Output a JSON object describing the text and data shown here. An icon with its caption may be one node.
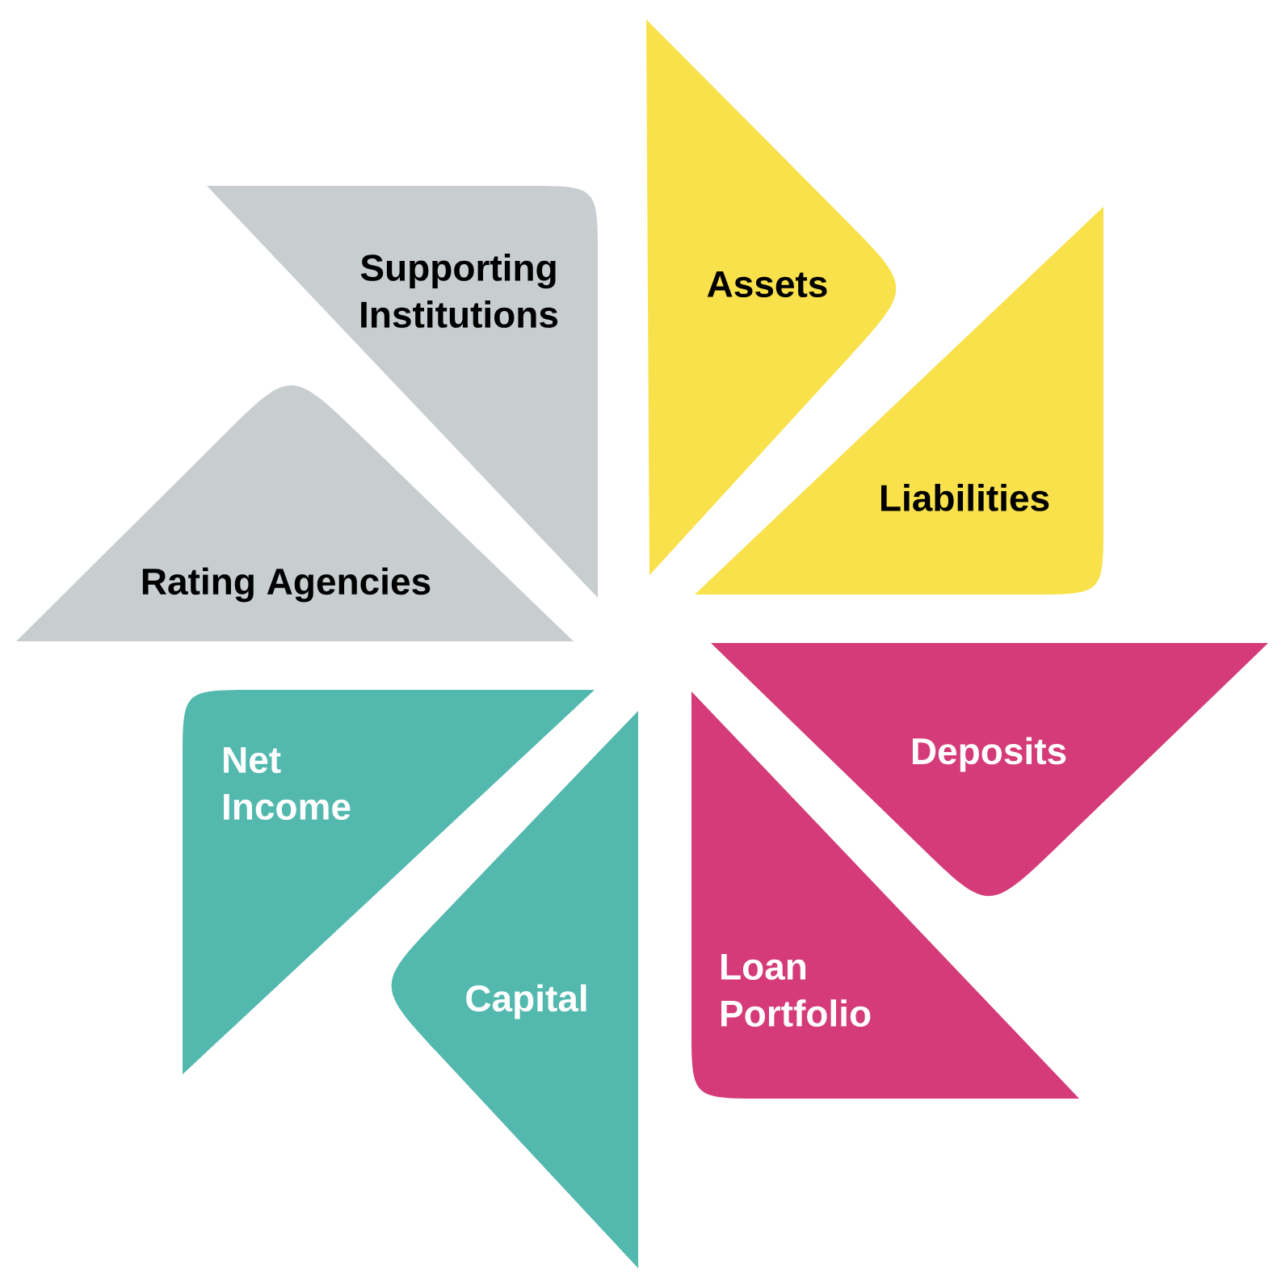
{
  "diagram": {
    "nodes": [
      {
        "text": [
          "Assets"
        ]
      },
      {
        "text": [
          "Liabilities"
        ]
      },
      {
        "text": [
          "Deposits"
        ]
      },
      {
        "text": [
          "Loan Portfolio"
        ]
      },
      {
        "text": [
          "Capital"
        ]
      },
      {
        "text": [
          "Net Income"
        ]
      },
      {
        "text": [
          "Rating Agencies"
        ]
      },
      {
        "text": [
          "Supporting Institutions"
        ]
      }
    ]
  }
}
